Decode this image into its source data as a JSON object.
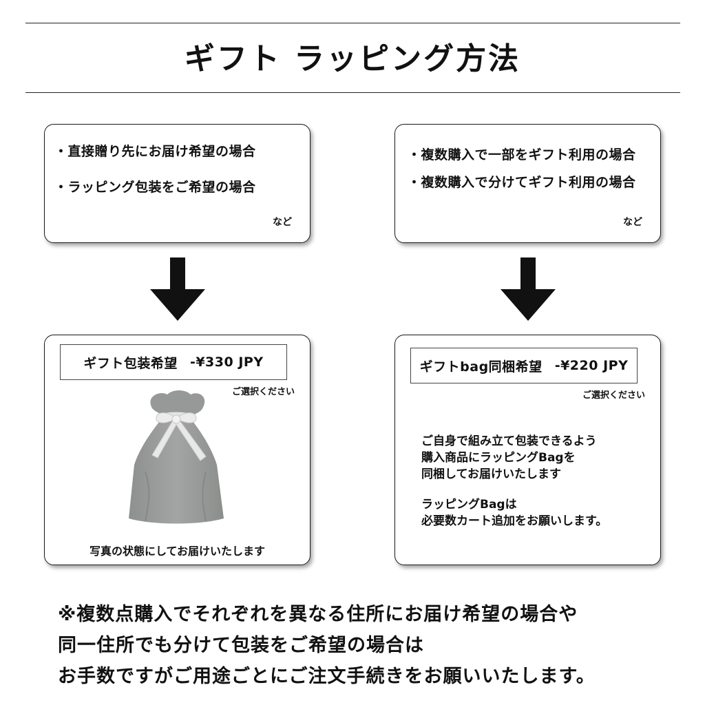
{
  "title": "ギフト ラッピング方法",
  "left_top": {
    "bullets": [
      "・直接贈り先にお届け希望の場合",
      "・ラッピング包装をご希望の場合"
    ],
    "nado": "など"
  },
  "right_top": {
    "bullets": [
      "・複数購入で一部をギフト利用の場合",
      "・複数購入で分けてギフト利用の場合"
    ],
    "nado": "など"
  },
  "left_bottom": {
    "option_label": "ギフト包装希望",
    "price": "-¥330 JPY",
    "select_note": "ご選択ください",
    "caption": "写真の状態にしてお届けいたします"
  },
  "right_bottom": {
    "option_label": "ギフトbag同梱希望",
    "price": "-¥220 JPY",
    "select_note": "ご選択ください",
    "desc1": [
      "ご自身で組み立て包装できるよう",
      "購入商品にラッピングBagを",
      "同梱してお届けいたします"
    ],
    "desc2": [
      "ラッピングBagは",
      "必要数カート追加をお願いします。"
    ]
  },
  "footer_note": [
    "※複数点購入でそれぞれを異なる住所にお届け希望の場合や",
    "同一住所でも分けて包装をご希望の場合は",
    "お手数ですがご用途ごとにご注文手続きをお願いいたします。"
  ],
  "icons": {
    "arrow": "arrow-down-icon",
    "bag": "gift-bag-image"
  },
  "colors": {
    "bag": "#9a9c9b",
    "ribbon": "#e6e6e6",
    "text": "#111111"
  }
}
